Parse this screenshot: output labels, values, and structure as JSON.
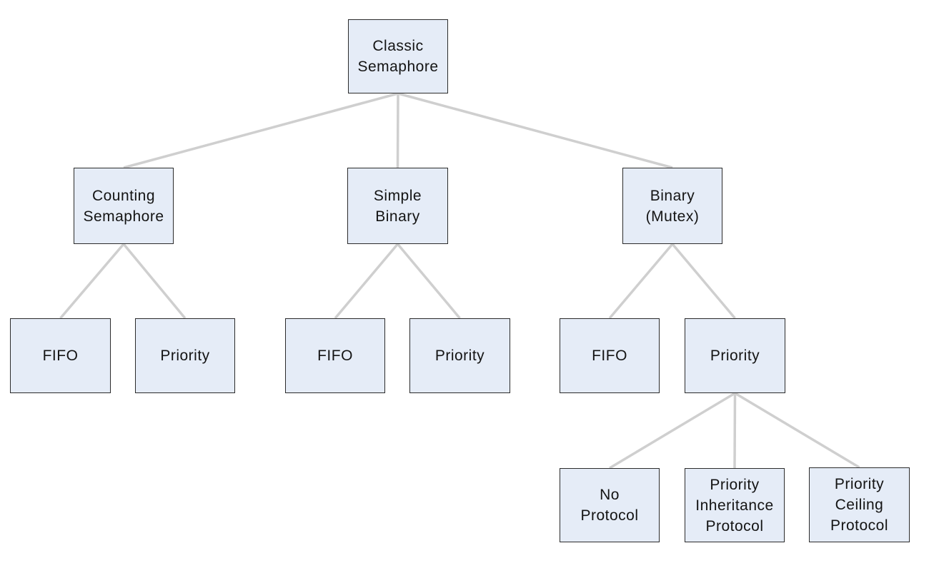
{
  "diagram": {
    "background": "#ffffff",
    "colors": {
      "node_fill": "#e5ecf7",
      "node_border": "#2b2b2b",
      "node_text": "#141414",
      "connector": "#cfcfcf"
    },
    "connector_width": 3.5,
    "nodes": {
      "classic_semaphore": {
        "label": "Classic\nSemaphore"
      },
      "counting_semaphore": {
        "label": "Counting\nSemaphore"
      },
      "simple_binary": {
        "label": "Simple\nBinary"
      },
      "binary_mutex": {
        "label": "Binary\n(Mutex)"
      },
      "counting_fifo": {
        "label": "FIFO"
      },
      "counting_priority": {
        "label": "Priority"
      },
      "simple_fifo": {
        "label": "FIFO"
      },
      "simple_priority": {
        "label": "Priority"
      },
      "binary_fifo": {
        "label": "FIFO"
      },
      "binary_priority": {
        "label": "Priority"
      },
      "no_protocol": {
        "label": "No\nProtocol"
      },
      "priority_inheritance_protocol": {
        "label": "Priority\nInheritance\nProtocol"
      },
      "priority_ceiling_protocol": {
        "label": "Priority\nCeiling\nProtocol"
      }
    },
    "edges": [
      {
        "from": "classic_semaphore",
        "to": "counting_semaphore"
      },
      {
        "from": "classic_semaphore",
        "to": "simple_binary"
      },
      {
        "from": "classic_semaphore",
        "to": "binary_mutex"
      },
      {
        "from": "counting_semaphore",
        "to": "counting_fifo"
      },
      {
        "from": "counting_semaphore",
        "to": "counting_priority"
      },
      {
        "from": "simple_binary",
        "to": "simple_fifo"
      },
      {
        "from": "simple_binary",
        "to": "simple_priority"
      },
      {
        "from": "binary_mutex",
        "to": "binary_fifo"
      },
      {
        "from": "binary_mutex",
        "to": "binary_priority"
      },
      {
        "from": "binary_priority",
        "to": "no_protocol"
      },
      {
        "from": "binary_priority",
        "to": "priority_inheritance_protocol"
      },
      {
        "from": "binary_priority",
        "to": "priority_ceiling_protocol"
      }
    ]
  }
}
